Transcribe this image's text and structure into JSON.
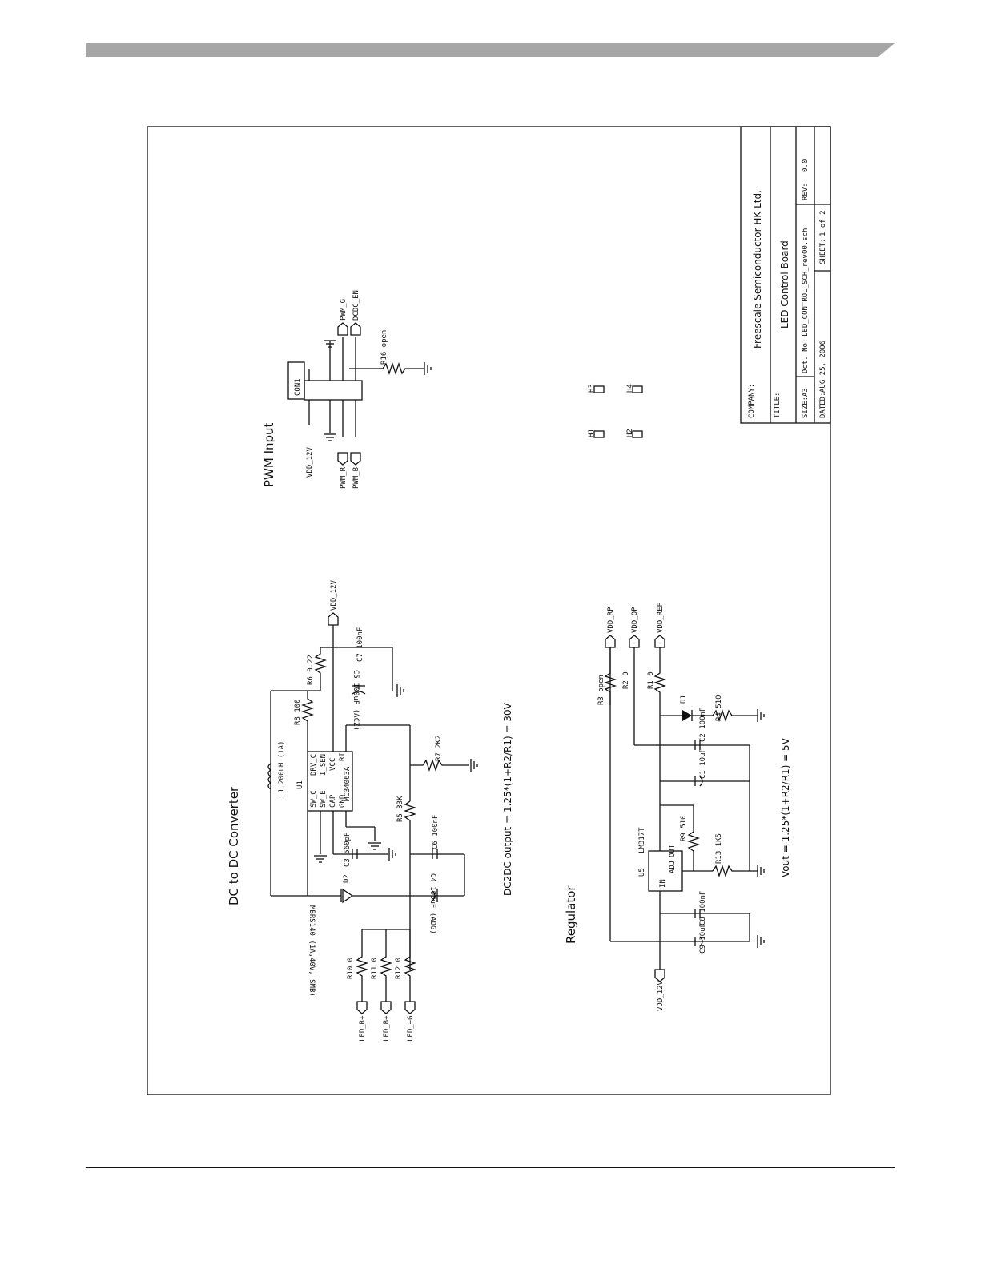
{
  "colors": {
    "header_band": "#a6a6a6",
    "ink": "#111111"
  },
  "title_block": {
    "company_label": "COMPANY:",
    "company": "Freescale Semiconductor HK Ltd.",
    "title_label": "TITLE:",
    "title": "LED Control Board",
    "size_label": "SIZE:",
    "size": "A3",
    "doc_label": "Dct. No:",
    "doc_no": "LED_CONTROL_SCH_rev00.sch",
    "rev_label": "REV:",
    "rev": "0.0",
    "date_label": "DATED:",
    "date": "AUG 25, 2006",
    "sheet_label": "SHEET:",
    "sheet": "1 of 2"
  },
  "sections": {
    "dcdc": "DC to DC Converter",
    "pwm": "PWM Input",
    "regulator": "Regulator",
    "dcdc_formula": "DC2DC output = 1.25*(1+R2/R1) = 30V",
    "reg_formula": "Vout = 1.25*(1+R2/R1) = 5V"
  },
  "labels": {
    "vdd12_top": "VDD_12V",
    "vdd12_pwm": "VDD_12V",
    "vdd12_reg": "VDD_12V",
    "pwm_r": "PWM_R",
    "pwm_b": "PWM_B",
    "pwm_g": "PWM_G",
    "dcdc_en": "DCDC_EN",
    "led_r": "LED_R+",
    "led_b": "LED_B+",
    "led_g": "LED_+G",
    "vdd_rp": "VDD_RP",
    "vdd_op": "VDD_OP",
    "vdd_ref": "VDD_REF",
    "con1": "CON1",
    "u1_ref": "U1",
    "u1_part": "MC34063A",
    "u1_pins": [
      "SW_C",
      "SW_E",
      "CAP",
      "GND",
      "DRV_C",
      "I_SEN",
      "VCC",
      "RI"
    ],
    "u5_ref": "U5",
    "u5_part": "LM317T",
    "u5_pins": [
      "IN",
      "ADJ",
      "OUT"
    ],
    "l1": "L1  200uH (1A)",
    "d2": "D2",
    "d2_part": "MBRS140 (1A,40V, SMB)",
    "r8": "R8  100",
    "r6": "R6  0.22",
    "c7": "C7  100nF",
    "c5": "C5  100uF (ACZ)",
    "r7": "R7  2K2",
    "r5": "R5  33K",
    "c6": "C6  100nF",
    "c4": "C4  100uF (ADG)",
    "c3": "C3  560pF",
    "r10": "R10  0",
    "r11": "R11  0",
    "r12": "R12  0",
    "r16": "R16  open",
    "r3": "R3  open",
    "r2": "R2  0",
    "r1": "R1  0",
    "d1": "D1",
    "r4": "R4  510",
    "c2": "C2  100nF",
    "c1": "C1  10uF",
    "r9": "R9  510",
    "r13": "R13  1K5",
    "c8": "C8  100nF",
    "c9": "C9  10uF",
    "h1": "H1",
    "h2": "H2",
    "h3": "H3",
    "h4": "H4"
  }
}
